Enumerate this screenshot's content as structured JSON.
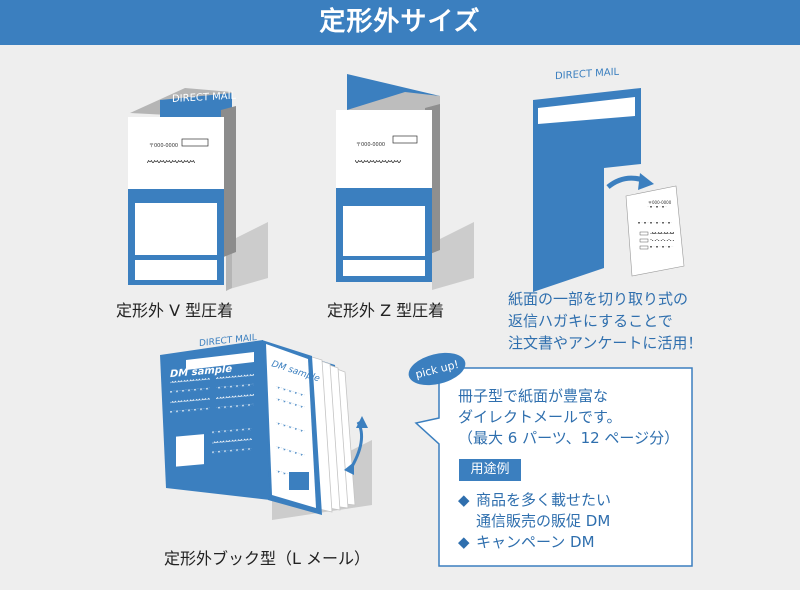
{
  "header": {
    "title": "定形外サイズ"
  },
  "figures": {
    "v_fold": {
      "caption": "定形外 V 型圧着",
      "mail_label": "DIRECT MAIL",
      "postal": "〒000-0000"
    },
    "z_fold": {
      "caption": "定形外 Z 型圧着",
      "postal": "〒000-0000"
    },
    "return_card": {
      "mail_label": "DIRECT MAIL",
      "postal": "〒000-0000",
      "note_lines": [
        "紙面の一部を切り取り式の",
        "返信ハガキにすることで",
        "注文書やアンケートに活用！"
      ]
    },
    "booklet": {
      "caption": "定形外ブック型（L メール）",
      "mail_label": "DIRECT MAIL",
      "sample_label": "DM sample",
      "inner_label": "DM sample"
    }
  },
  "callout": {
    "badge": "pick up!",
    "lines": [
      "冊子型で紙面が豊富な",
      "ダイレクトメールです。",
      "（最大 6 パーツ、12 ページ分）"
    ],
    "tag": "用途例",
    "uses": [
      {
        "bullet": "◆",
        "text": "商品を多く載せたい"
      },
      {
        "bullet": "",
        "text": "通信販売の販促 DM"
      },
      {
        "bullet": "◆",
        "text": "キャンペーン DM"
      }
    ]
  },
  "colors": {
    "brand_blue": "#3b7fbf",
    "text_blue": "#2f6fae",
    "background": "#eeeeee"
  }
}
